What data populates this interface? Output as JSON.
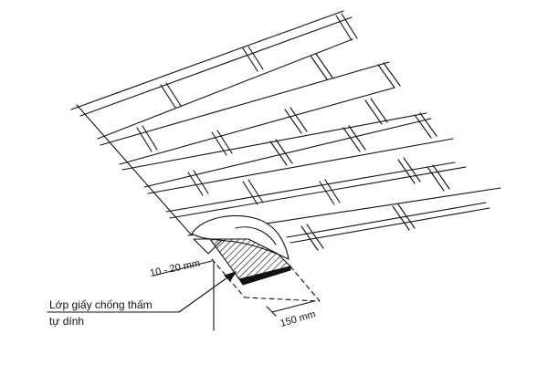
{
  "labels": {
    "gap_dimension": "10 - 20 mm",
    "membrane_line1": "Lớp giấy chống thấm",
    "membrane_line2": "tự dính",
    "overlap_dimension": "150 mm"
  }
}
